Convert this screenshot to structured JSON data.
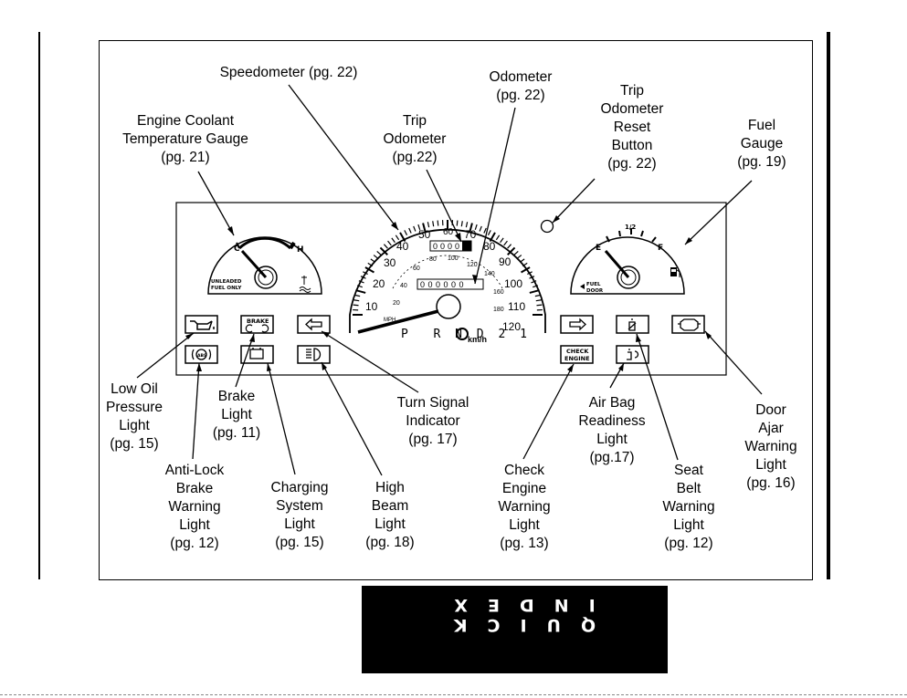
{
  "labels": {
    "speedometer": "Speedometer (pg. 22)",
    "odometer": "Odometer\n(pg. 22)",
    "trip_odometer": "Trip\nOdometer\n(pg.22)",
    "trip_reset": "Trip\nOdometer\nReset\nButton\n(pg. 22)",
    "fuel_gauge": "Fuel\nGauge\n(pg. 19)",
    "coolant_gauge": "Engine Coolant\nTemperature Gauge\n(pg. 21)",
    "low_oil": "Low Oil\nPressure\nLight\n(pg. 15)",
    "brake_light": "Brake\nLight\n(pg. 11)",
    "anti_lock": "Anti-Lock\nBrake\nWarning\nLight\n(pg. 12)",
    "charging": "Charging\nSystem\nLight\n(pg. 15)",
    "high_beam": "High\nBeam\nLight\n(pg. 18)",
    "turn_signal": "Turn Signal\nIndicator\n(pg. 17)",
    "check_engine": "Check\nEngine\nWarning\nLight\n(pg. 13)",
    "air_bag": "Air Bag\nReadiness\nLight\n(pg.17)",
    "seat_belt": "Seat\nBelt\nWarning\nLight\n(pg. 12)",
    "door_ajar": "Door\nAjar\nWarning\nLight\n(pg. 16)"
  },
  "cluster": {
    "speed_ticks": [
      "10",
      "20",
      "30",
      "40",
      "50",
      "60",
      "70",
      "80",
      "90",
      "100",
      "110",
      "120"
    ],
    "kmh_ticks": [
      "20",
      "40",
      "60",
      "80",
      "100",
      "120",
      "140",
      "160",
      "180"
    ],
    "gear_selector": "P  R N D 2 1",
    "unit_kmh": "km/h",
    "unit_mph": "MPH",
    "trip_digits": "0000",
    "odo_digits": "000000",
    "coolant_c": "C",
    "coolant_h": "H",
    "unleaded": "UNLEADED",
    "fuel_only": "FUEL ONLY",
    "fuel_e": "E",
    "fuel_half": "1/2",
    "fuel_f": "F",
    "fuel_door": "FUEL",
    "fuel_door2": "DOOR",
    "brake_text": "BRAKE",
    "abs_text": "ABS",
    "check_engine_1": "CHECK",
    "check_engine_2": "ENGINE"
  },
  "quick_index": "QUICK INDEX"
}
